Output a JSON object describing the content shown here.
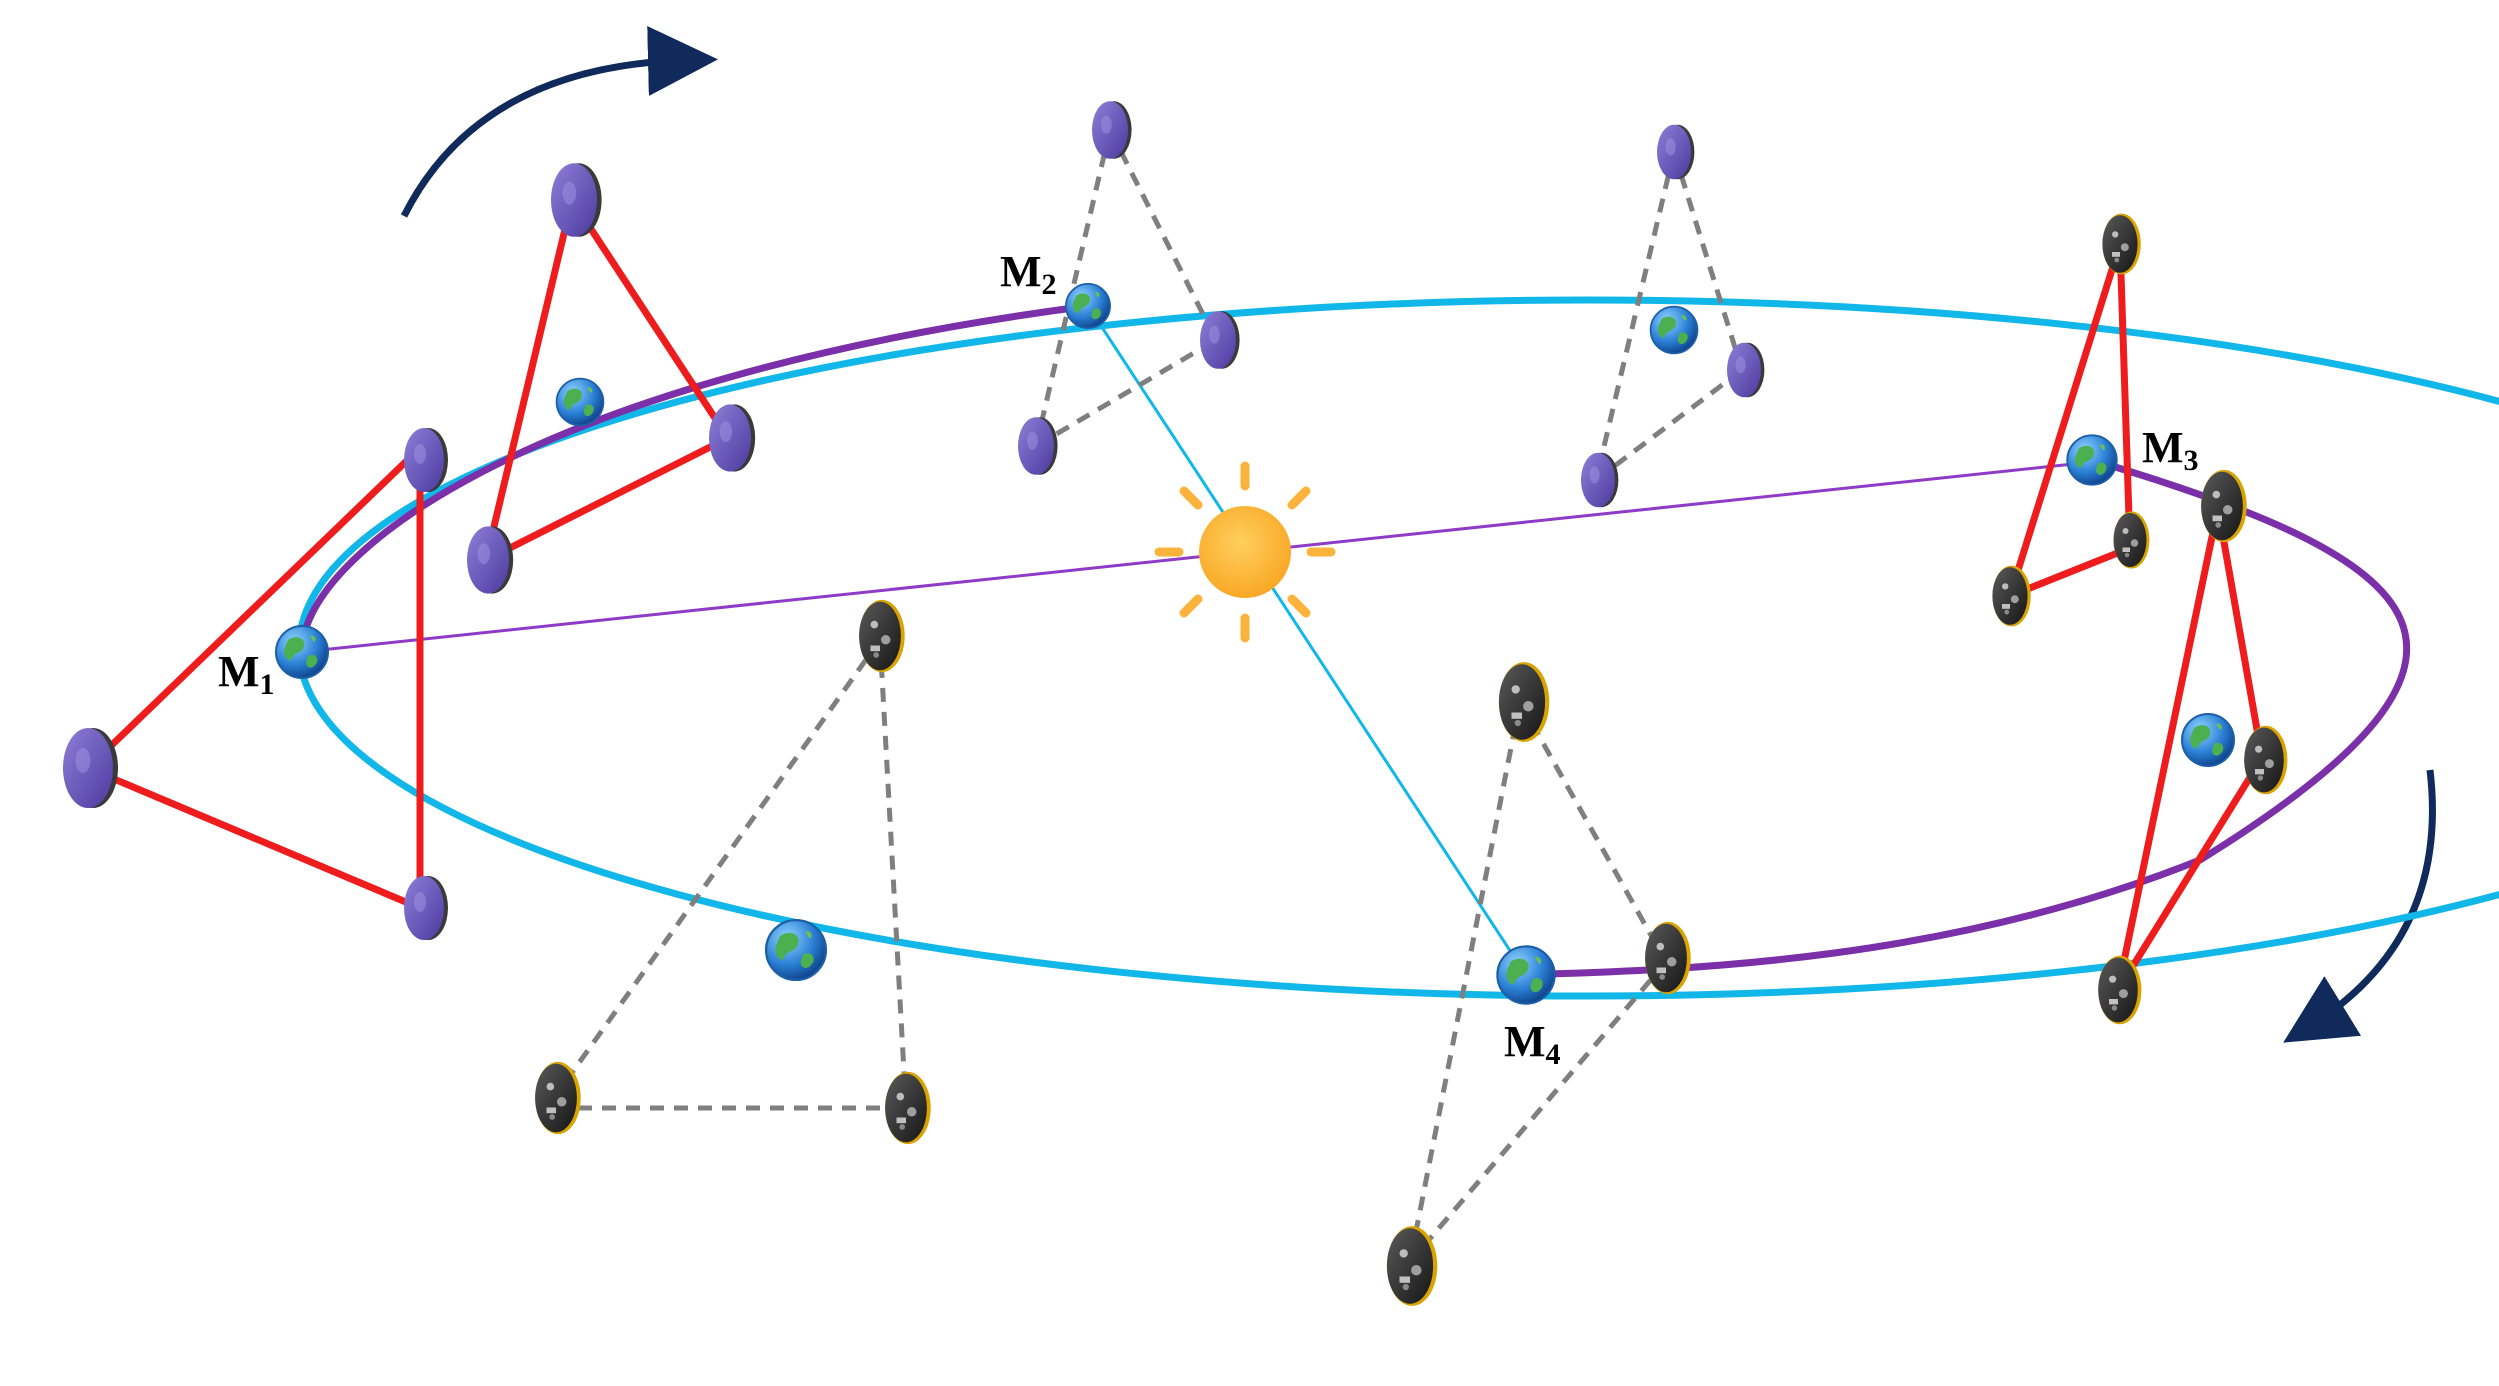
{
  "labels": {
    "m1": {
      "letter": "M",
      "sub": "1"
    },
    "m2": {
      "letter": "M",
      "sub": "2"
    },
    "m3": {
      "letter": "M",
      "sub": "3"
    },
    "m4": {
      "letter": "M",
      "sub": "4"
    }
  },
  "colors": {
    "orbit_purple": "#7B2FA8",
    "orbit_blue": "#10B7E8",
    "sun": "#FBB33C",
    "formation_active": "#EE1C1C",
    "formation_inactive": "#7F7F7F",
    "rotation_arrow": "#102A5C",
    "spacecraft_purple": "#6A55B6",
    "spacecraft_dark": "#2E2E2E",
    "earth_ocean": "#2A7FD4",
    "earth_land": "#4CAF50"
  },
  "icons": {
    "sun": "sun-icon",
    "earth": "earth-icon",
    "spacecraft": "spacecraft-icon",
    "rotation": "rotation-arrow-icon"
  }
}
